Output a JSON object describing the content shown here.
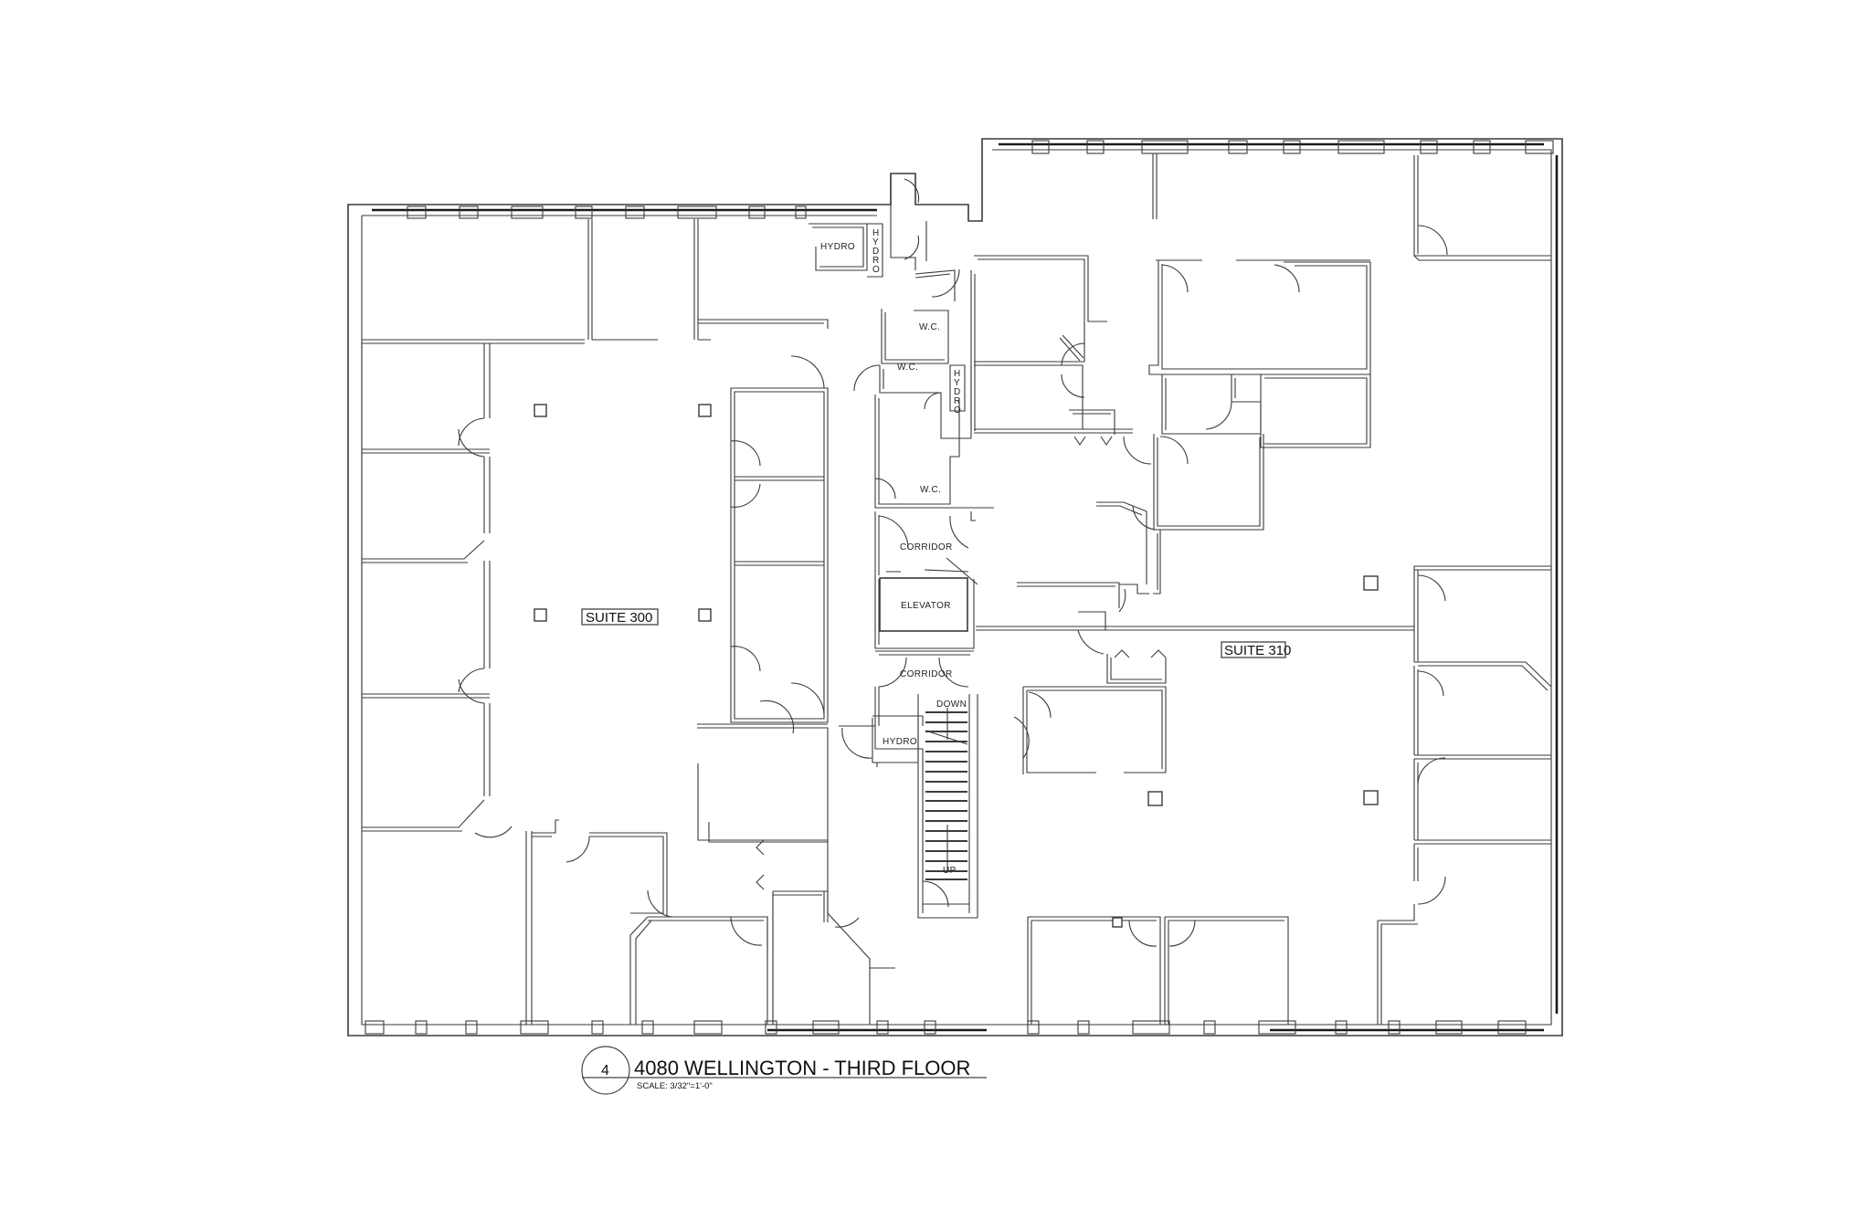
{
  "drawing": {
    "title": "4080 WELLINGTON - THIRD FLOOR",
    "scale": "SCALE: 3/32\"=1'-0\"",
    "detail_number": "4"
  },
  "suites": [
    {
      "id": "suite-300",
      "label": "SUITE 300"
    },
    {
      "id": "suite-310",
      "label": "SUITE 310"
    }
  ],
  "rooms": {
    "hydro_top": "HYDRO",
    "hydro_top_vertical": "H Y D R O",
    "wc_1": "W.C.",
    "wc_2": "W.C.",
    "hydro_mid_vertical": "H Y D R O",
    "wc_3": "W.C.",
    "corridor_upper": "CORRIDOR",
    "elevator": "ELEVATOR",
    "corridor_lower": "CORRIDOR",
    "hydro_lower": "HYDRO",
    "stair_down": "DOWN",
    "stair_up": "UP"
  },
  "colors": {
    "line": "#3a3a3a",
    "background": "#ffffff",
    "text": "#111111"
  }
}
